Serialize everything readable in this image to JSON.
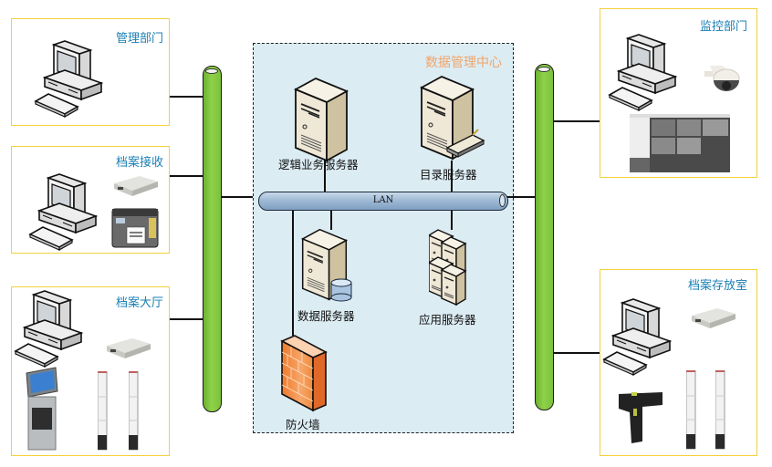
{
  "diagram": {
    "data_center": {
      "title": "数据管理中心",
      "network": "LAN",
      "nodes": [
        {
          "id": "logic-server",
          "label": "逻辑业务服务器",
          "icon": "server-tower-icon"
        },
        {
          "id": "directory-server",
          "label": "目录服务器",
          "icon": "server-with-book-icon"
        },
        {
          "id": "data-server",
          "label": "数据服务器",
          "icon": "server-with-database-icon"
        },
        {
          "id": "app-server",
          "label": "应用服务器",
          "icon": "server-cluster-icon"
        },
        {
          "id": "firewall",
          "label": "防火墙",
          "icon": "firewall-brick-wall-icon"
        }
      ]
    },
    "zones": [
      {
        "id": "management",
        "title": "管理部门",
        "devices": [
          "desktop-computer-icon"
        ]
      },
      {
        "id": "archive-receive",
        "title": "档案接收",
        "devices": [
          "desktop-computer-icon",
          "rfid-reader-icon",
          "label-printer-icon"
        ]
      },
      {
        "id": "archive-hall",
        "title": "档案大厅",
        "devices": [
          "desktop-computer-icon",
          "rfid-reader-icon",
          "self-service-kiosk-icon",
          "security-gate-icon"
        ]
      },
      {
        "id": "monitoring",
        "title": "监控部门",
        "devices": [
          "desktop-computer-icon",
          "dome-camera-icon",
          "video-monitor-screen-icon"
        ]
      },
      {
        "id": "archive-storage",
        "title": "档案存放室",
        "devices": [
          "desktop-computer-icon",
          "rfid-reader-icon",
          "handheld-scanner-icon",
          "security-gate-icon"
        ]
      }
    ],
    "colors": {
      "zone_border": "#f2d13c",
      "zone_title": "#1a7fb5",
      "data_center_bg": "#dcecf3",
      "data_center_title": "#f0a56a",
      "backbone_pipe": "#7cc23a",
      "lan_pipe": "#9fbad6",
      "firewall": "#f28a3c"
    }
  }
}
